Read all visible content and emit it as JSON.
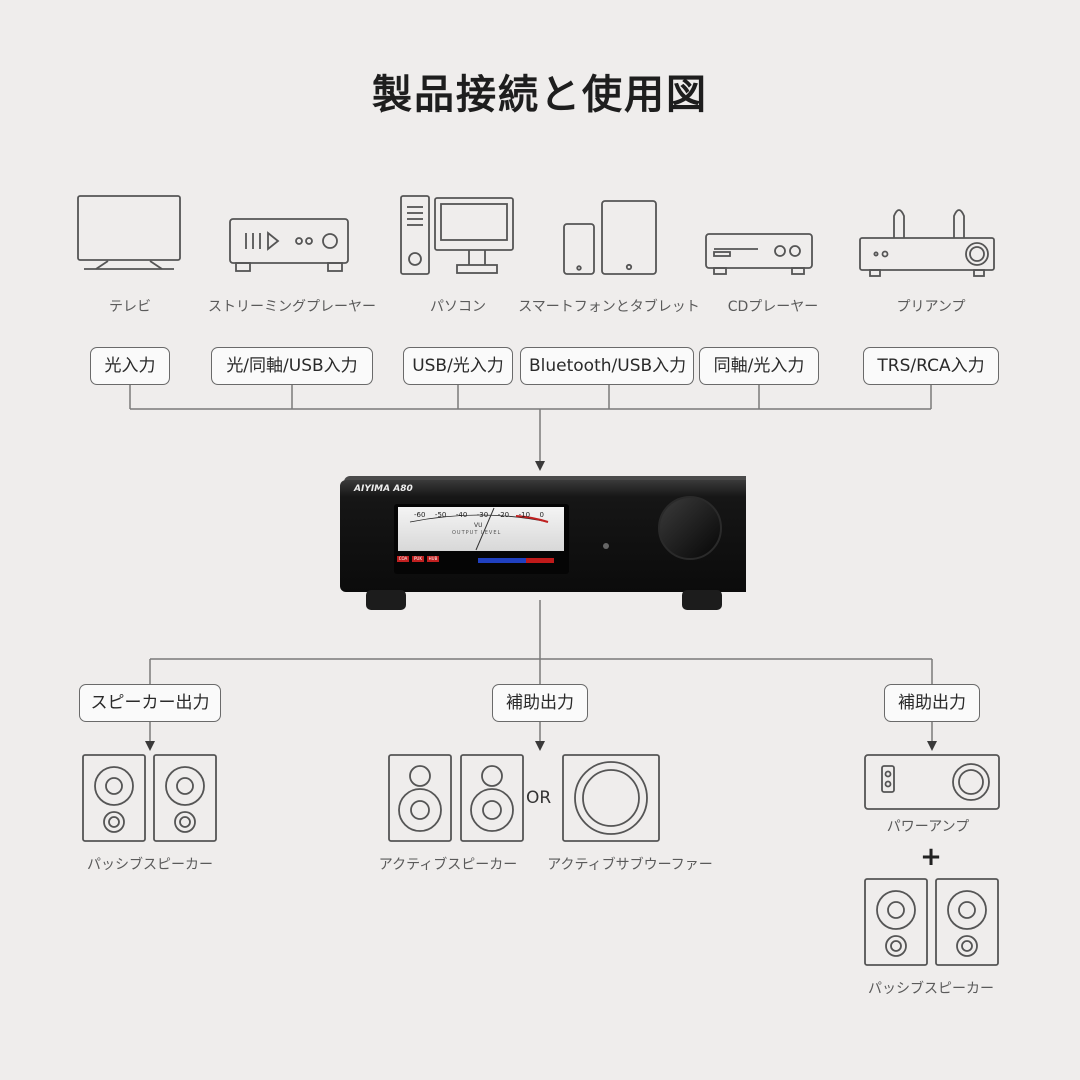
{
  "title": "製品接続と使用図",
  "sources": [
    {
      "name": "テレビ",
      "input": "光入力",
      "icon": "tv-icon"
    },
    {
      "name": "ストリーミングプレーヤー",
      "input": "光/同軸/USB入力",
      "icon": "streaming-player-icon"
    },
    {
      "name": "パソコン",
      "input": "USB/光入力",
      "icon": "pc-icon"
    },
    {
      "name": "スマートフォンとタブレット",
      "input": "Bluetooth/USB入力",
      "icon": "phone-tablet-icon"
    },
    {
      "name": "CDプレーヤー",
      "input": "同軸/光入力",
      "icon": "cd-player-icon"
    },
    {
      "name": "プリアンプ",
      "input": "TRS/RCA入力",
      "icon": "preamp-icon"
    }
  ],
  "amplifier": {
    "brand": "AIYIMA",
    "model": "A80",
    "meter_scale": [
      "-60",
      "-50",
      "-40",
      "-30",
      "-20",
      "-10",
      "0"
    ],
    "meter_vu": "VU",
    "meter_caption": "OUTPUT LEVEL",
    "indicators": [
      "COA",
      "PUK",
      "HUB"
    ]
  },
  "outputs": {
    "left": {
      "label": "スピーカー出力",
      "device": "パッシブスピーカー"
    },
    "center": {
      "label": "補助出力",
      "device_a": "アクティブスピーカー",
      "or": "OR",
      "device_b": "アクティブサブウーファー"
    },
    "right": {
      "label": "補助出力",
      "device_a": "パワーアンプ",
      "plus": "+",
      "device_b": "パッシブスピーカー"
    }
  },
  "colors": {
    "background": "#efedec",
    "line": "#7a7a7a",
    "amp_body": "#1a1a1a"
  }
}
